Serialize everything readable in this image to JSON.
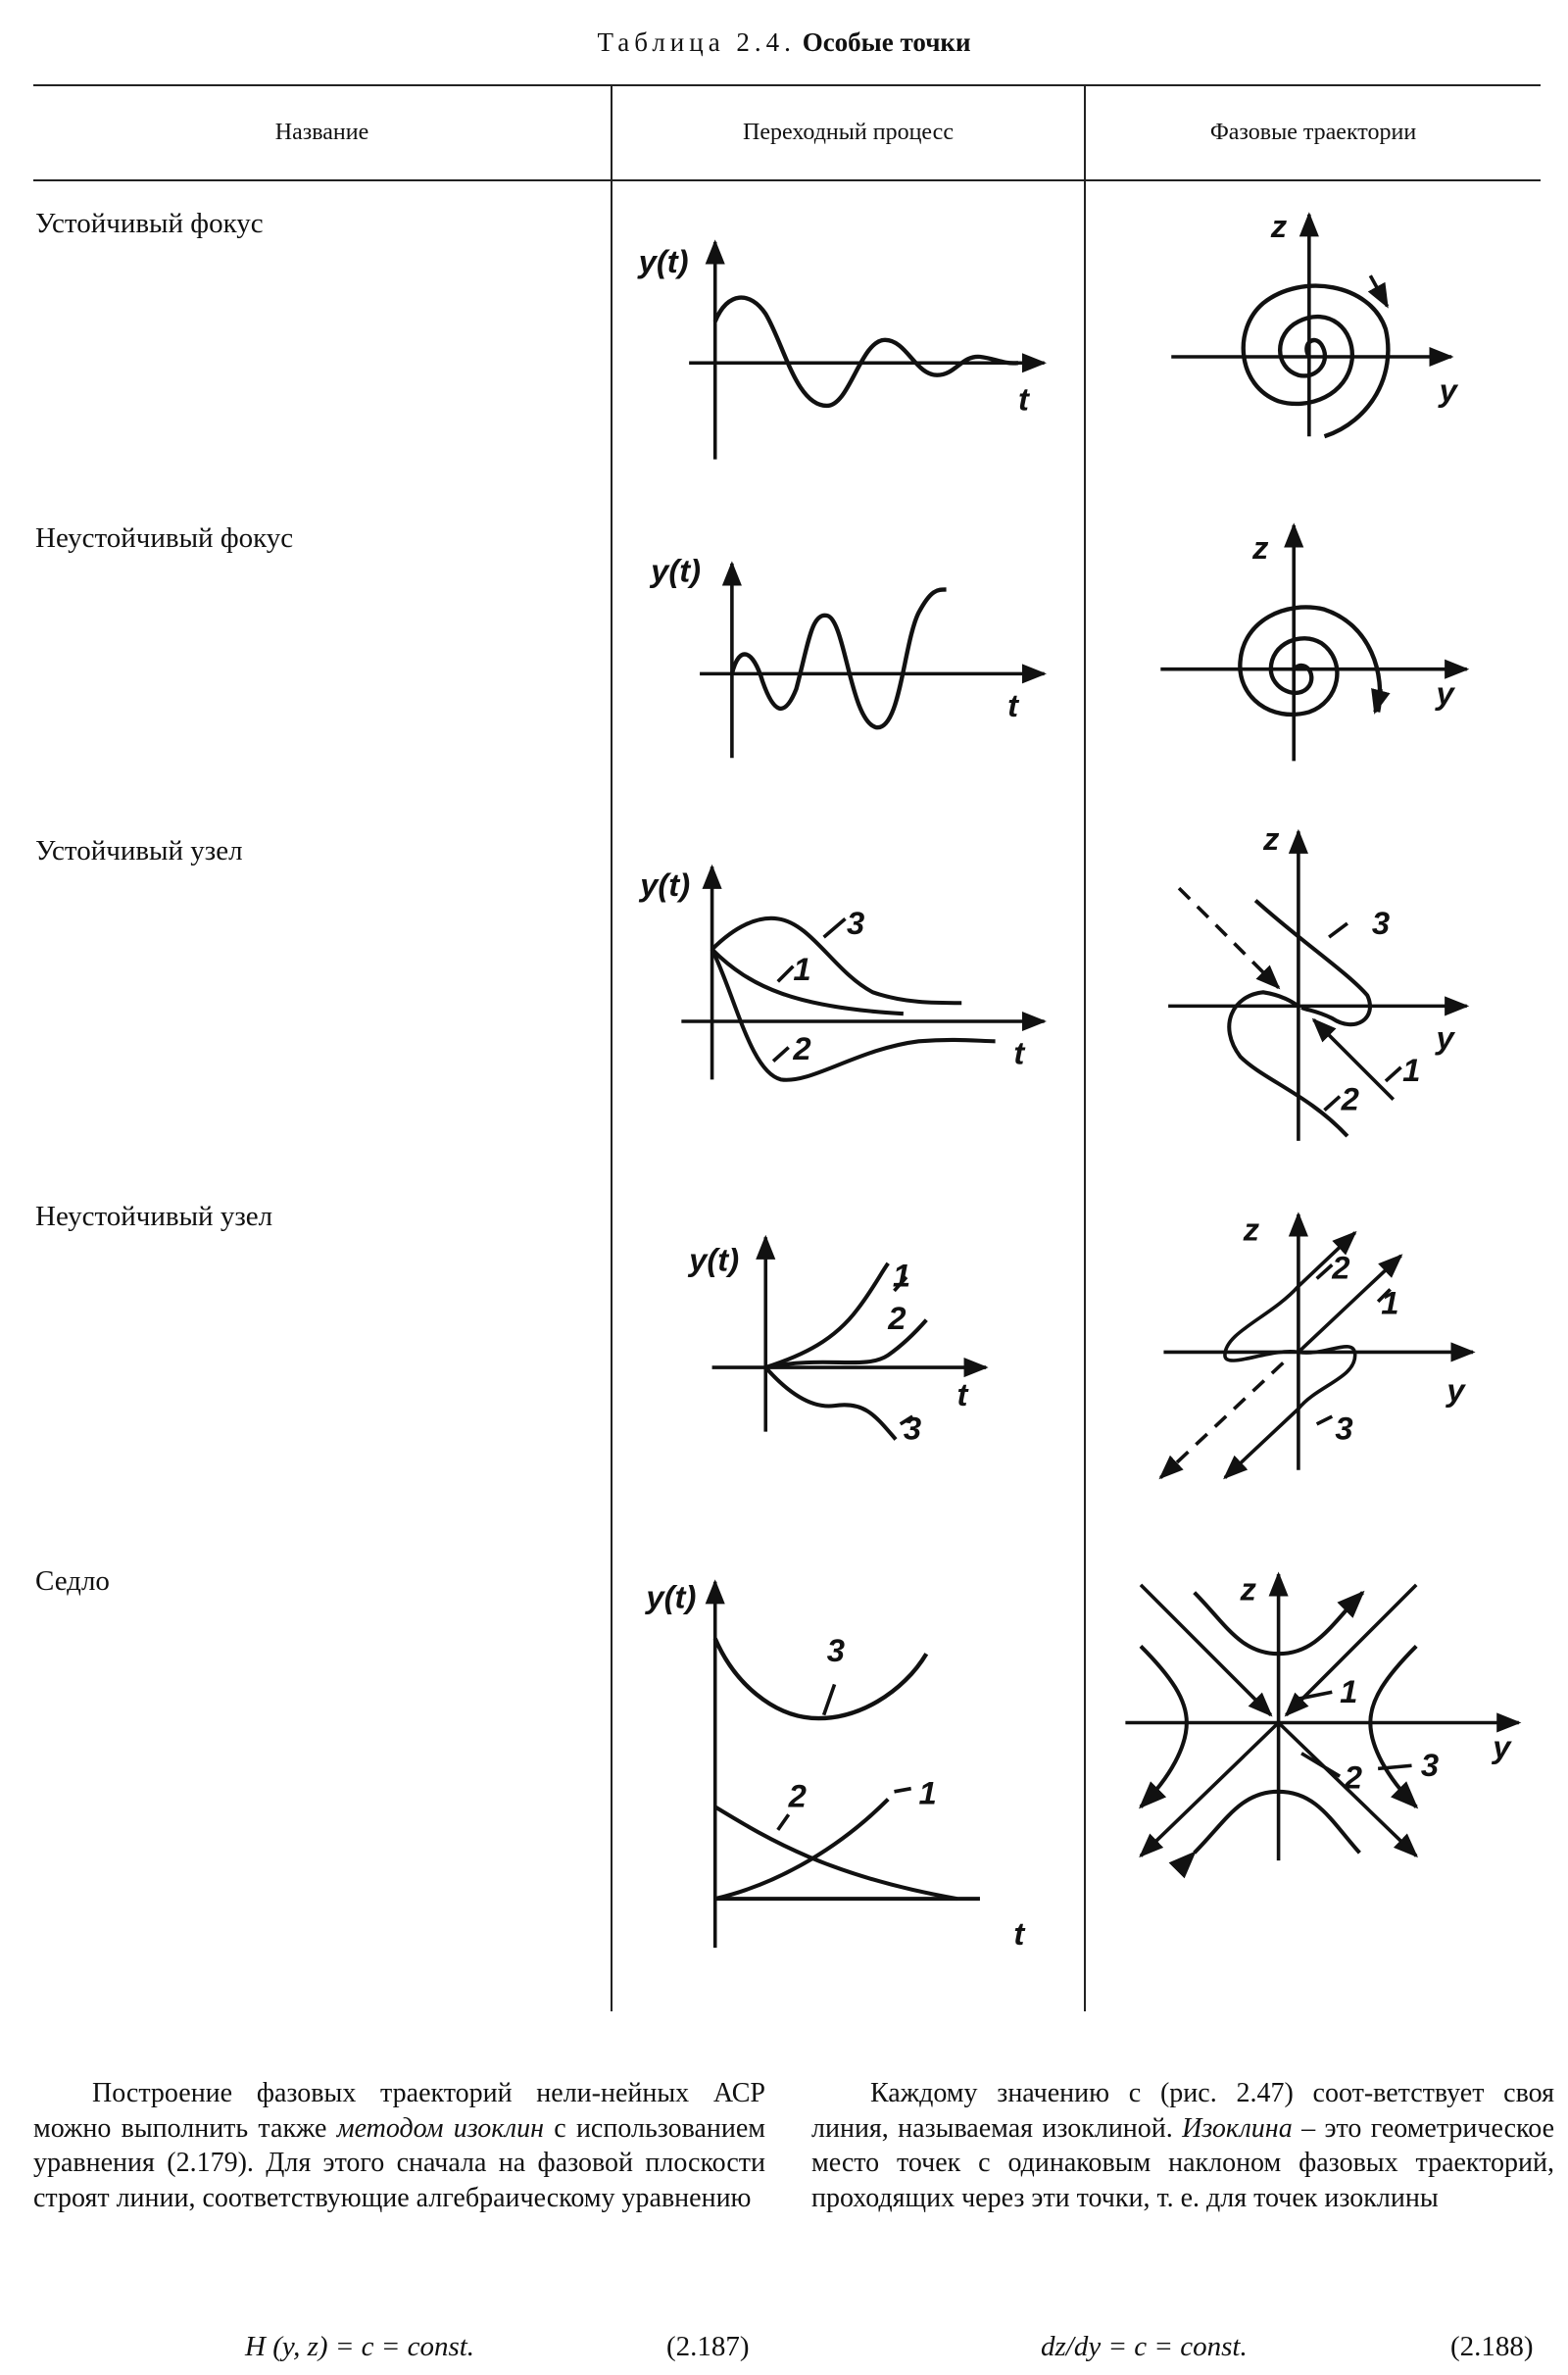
{
  "table": {
    "label": "Таблица 2.4.",
    "title": "Особые точки",
    "headers": [
      "Название",
      "Переходный процесс",
      "Фазовые траектории"
    ],
    "rows": [
      {
        "name": "Устойчивый фокус"
      },
      {
        "name": "Неустойчивый фокус"
      },
      {
        "name": "Устойчивый узел"
      },
      {
        "name": "Неустойчивый узел"
      },
      {
        "name": "Седло"
      }
    ]
  },
  "labels": {
    "yt": "y(t)",
    "t": "t",
    "z": "z",
    "y": "y",
    "n1": "1",
    "n2": "2",
    "n3": "3"
  },
  "text": {
    "left_p1": "Построение фазовых траекторий нели-нейных АСР можно выполнить также",
    "left_p1_italic": "методом изоклин",
    "left_p1_rest": "с использованием уравнения (2.179). Для этого сначала на фазовой плоскости строят линии, соответствующие алгебраическому уравнению",
    "eq1": "H (y, z) = c = const.",
    "eq1_num": "(2.187)",
    "right_p1": "Каждому значению c (рис. 2.47) соот-ветствует своя линия, называемая изоклиной.",
    "right_italic": "Изоклина",
    "right_p1_rest": "– это геометрическое место точек с одинаковым наклоном фазовых траекторий, проходящих через эти точки, т. е. для точек изоклины",
    "eq2": "dz/dy = c = const.",
    "eq2_num": "(2.188)"
  }
}
